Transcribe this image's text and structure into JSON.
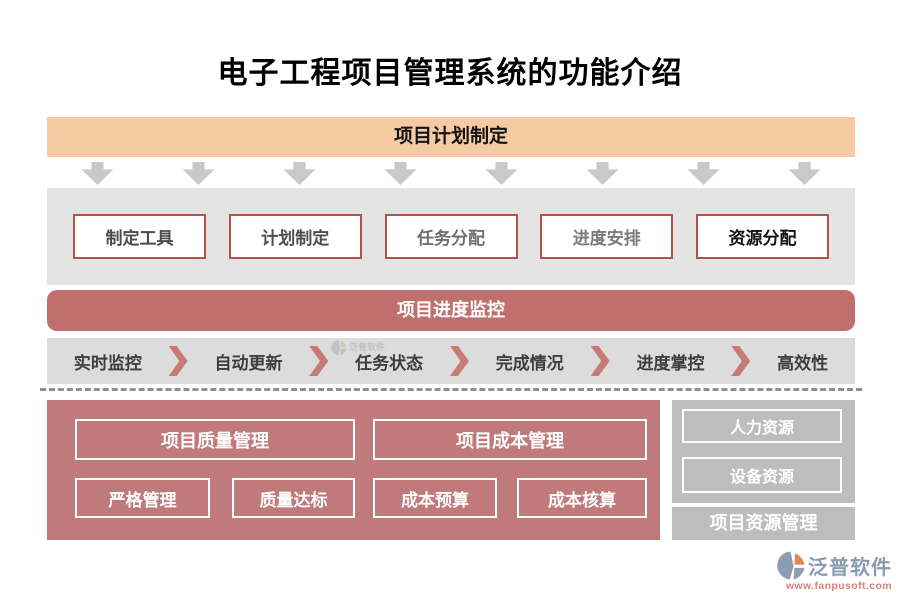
{
  "page": {
    "title": "电子工程项目管理系统的功能介绍"
  },
  "plan": {
    "banner": "项目计划制定",
    "items": [
      {
        "label": "制定工具"
      },
      {
        "label": "计划制定"
      },
      {
        "label": "任务分配"
      },
      {
        "label": "进度安排"
      },
      {
        "label": "资源分配"
      }
    ]
  },
  "progress": {
    "banner": "项目进度监控",
    "steps": [
      "实时监控",
      "自动更新",
      "任务状态",
      "完成情况",
      "进度掌控",
      "高效性"
    ]
  },
  "quality": {
    "title": "项目质量管理",
    "items": [
      {
        "label": "严格管理"
      },
      {
        "label": "质量达标"
      }
    ]
  },
  "cost": {
    "title": "项目成本管理",
    "items": [
      {
        "label": "成本预算"
      },
      {
        "label": "成本核算"
      }
    ]
  },
  "resource": {
    "title": "项目资源管理",
    "items": [
      {
        "label": "人力资源"
      },
      {
        "label": "设备资源"
      }
    ]
  },
  "watermark": {
    "text": "泛普软件"
  },
  "footer": {
    "brand": "泛普软件",
    "url": "www.fanpusoft.com"
  },
  "colors": {
    "banner_orange": "#F6CBA3",
    "banner_red": "#C06F6F",
    "panel_red": "#C07A7A",
    "panel_gray": "#E4E4E4",
    "strip_gray": "#DCDCDC",
    "resource_gray": "#BDBDBD",
    "chevron_red": "#C87A74",
    "arrow_gray": "#C9C9C9",
    "button_border_red": "#B5504B",
    "brand_blue": "#8A9BB1",
    "url_salmon": "#D4837B"
  }
}
